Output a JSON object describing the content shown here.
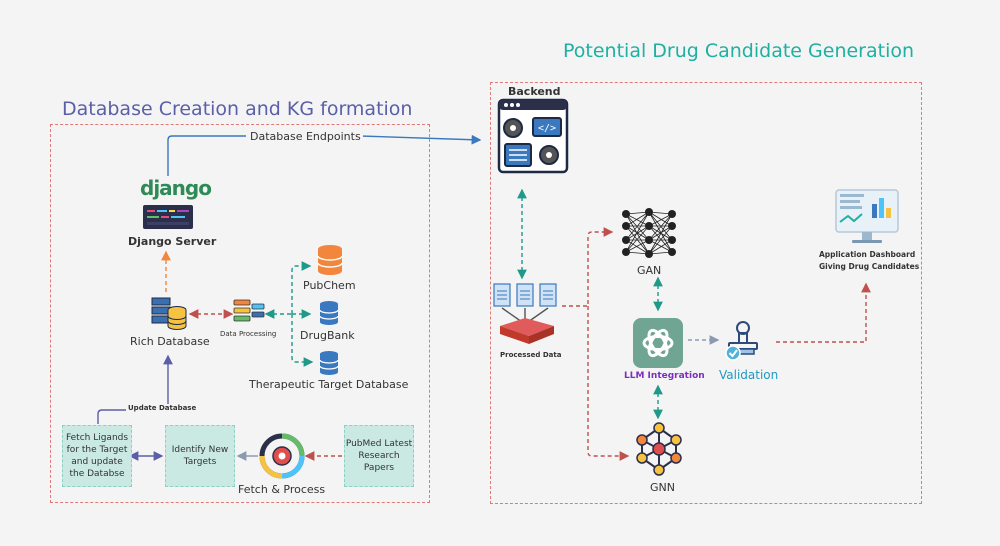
{
  "sections": {
    "left_title": "Database Creation and KG formation",
    "right_title": "Potential Drug Candidate Generation"
  },
  "left": {
    "db_endpoints": "Database Endpoints",
    "django_logo": "django",
    "django_server": "Django Server",
    "rich_database": "Rich Database",
    "data_processing": "Data Processing",
    "pubchem": "PubChem",
    "drugbank": "DrugBank",
    "ttd": "Therapeutic Target Database",
    "update_database": "Update Database",
    "fetch_ligands": "Fetch Ligands for the Target and update the Databse",
    "identify_targets": "Identify New Targets",
    "fetch_process": "Fetch & Process",
    "pubmed": "PubMed Latest Research Papers"
  },
  "right": {
    "backend": "Backend",
    "processed_data": "Processed Data",
    "gan": "GAN",
    "llm": "LLM Integration",
    "validation": "Validation",
    "gnn": "GNN",
    "dashboard_line1": "Application Dashboard",
    "dashboard_line2": "Giving Drug Candidates"
  },
  "colors": {
    "left_title": "#5b5fa8",
    "right_title": "#1fb0a2",
    "red_dash": "#c0504d",
    "teal_dash": "#1f9a8a",
    "blue_line": "#3a78c0",
    "orange": "#f2863c",
    "llm_purple": "#7b2fbf"
  }
}
